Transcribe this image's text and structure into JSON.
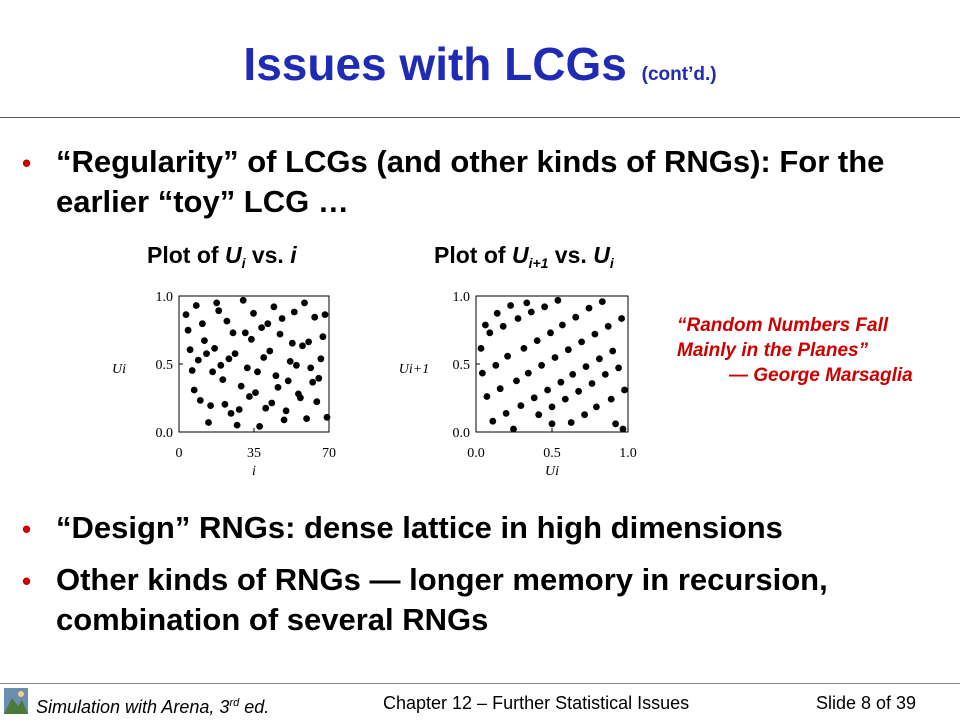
{
  "slide": {
    "title_main": "Issues with LCGs",
    "title_sub": "(cont’d.)"
  },
  "bullets": [
    {
      "icon": "bullet-dot",
      "text": "“Regularity” of LCGs (and other kinds of RNGs): For the earlier “toy” LCG …"
    },
    {
      "icon": "bullet-dot",
      "text": "“Design” RNGs: dense lattice in high dimensions"
    },
    {
      "icon": "bullet-dot",
      "text": "Other kinds of RNGs — longer memory in recursion, combination of several RNGs"
    }
  ],
  "plot_titles": {
    "left": {
      "prefix": "Plot of ",
      "u": "U",
      "sub": "i",
      "mid": " vs. ",
      "var": "i"
    },
    "right": {
      "prefix": "Plot of ",
      "u": "U",
      "sub": "i+1",
      "mid": " vs. ",
      "var": "U",
      "var_sub": "i"
    }
  },
  "quote": {
    "text": "“Random Numbers Fall Mainly in the Planes”",
    "attribution": "— George Marsaglia",
    "color": "#cc0000"
  },
  "chart_data": [
    {
      "type": "scatter",
      "title": "",
      "xlabel": "i",
      "ylabel": "Ui",
      "xlim": [
        0,
        70
      ],
      "ylim": [
        0,
        1
      ],
      "xticks": [
        "0",
        "35",
        "70"
      ],
      "yticks": [
        "0.0",
        "0.5",
        "1.0"
      ],
      "grid": false,
      "points": [
        [
          2,
          0.76
        ],
        [
          4,
          0.45
        ],
        [
          6,
          0.95
        ],
        [
          8,
          0.22
        ],
        [
          10,
          0.68
        ],
        [
          12,
          0.05
        ],
        [
          13,
          0.18
        ],
        [
          15,
          0.62
        ],
        [
          17,
          0.91
        ],
        [
          19,
          0.38
        ],
        [
          21,
          0.83
        ],
        [
          23,
          0.12
        ],
        [
          25,
          0.58
        ],
        [
          26,
          0.03
        ],
        [
          28,
          0.33
        ],
        [
          30,
          0.74
        ],
        [
          32,
          0.25
        ],
        [
          34,
          0.89
        ],
        [
          36,
          0.44
        ],
        [
          38,
          0.78
        ],
        [
          40,
          0.16
        ],
        [
          42,
          0.6
        ],
        [
          44,
          0.94
        ],
        [
          46,
          0.32
        ],
        [
          48,
          0.85
        ],
        [
          50,
          0.14
        ],
        [
          52,
          0.52
        ],
        [
          54,
          0.9
        ],
        [
          56,
          0.27
        ],
        [
          58,
          0.64
        ],
        [
          60,
          0.08
        ],
        [
          62,
          0.47
        ],
        [
          64,
          0.86
        ],
        [
          66,
          0.39
        ],
        [
          68,
          0.71
        ],
        [
          70,
          0.09
        ],
        [
          1,
          0.88
        ],
        [
          3,
          0.61
        ],
        [
          5,
          0.3
        ],
        [
          7,
          0.53
        ],
        [
          9,
          0.81
        ],
        [
          11,
          0.58
        ],
        [
          14,
          0.44
        ],
        [
          16,
          0.97
        ],
        [
          18,
          0.49
        ],
        [
          20,
          0.19
        ],
        [
          22,
          0.54
        ],
        [
          24,
          0.74
        ],
        [
          27,
          0.15
        ],
        [
          29,
          0.99
        ],
        [
          31,
          0.47
        ],
        [
          33,
          0.69
        ],
        [
          35,
          0.28
        ],
        [
          37,
          0.02
        ],
        [
          39,
          0.55
        ],
        [
          41,
          0.81
        ],
        [
          43,
          0.2
        ],
        [
          45,
          0.41
        ],
        [
          47,
          0.73
        ],
        [
          49,
          0.07
        ],
        [
          51,
          0.37
        ],
        [
          53,
          0.66
        ],
        [
          55,
          0.49
        ],
        [
          57,
          0.24
        ],
        [
          59,
          0.97
        ],
        [
          61,
          0.67
        ],
        [
          63,
          0.36
        ],
        [
          65,
          0.21
        ],
        [
          67,
          0.54
        ],
        [
          69,
          0.88
        ]
      ]
    },
    {
      "type": "scatter",
      "title": "",
      "xlabel": "Ui",
      "ylabel": "Ui+1",
      "xlim": [
        0,
        1
      ],
      "ylim": [
        0,
        1
      ],
      "xticks": [
        "0.0",
        "0.5",
        "1.0"
      ],
      "yticks": [
        "0.0",
        "0.5",
        "1.0"
      ],
      "grid": false,
      "points": [
        [
          0.02,
          0.62
        ],
        [
          0.03,
          0.43
        ],
        [
          0.05,
          0.8
        ],
        [
          0.06,
          0.25
        ],
        [
          0.08,
          0.74
        ],
        [
          0.1,
          0.06
        ],
        [
          0.12,
          0.49
        ],
        [
          0.13,
          0.89
        ],
        [
          0.15,
          0.31
        ],
        [
          0.17,
          0.79
        ],
        [
          0.19,
          0.12
        ],
        [
          0.2,
          0.56
        ],
        [
          0.22,
          0.95
        ],
        [
          0.24,
          0.0
        ],
        [
          0.26,
          0.37
        ],
        [
          0.27,
          0.85
        ],
        [
          0.29,
          0.18
        ],
        [
          0.31,
          0.62
        ],
        [
          0.33,
          0.97
        ],
        [
          0.34,
          0.43
        ],
        [
          0.36,
          0.9
        ],
        [
          0.38,
          0.24
        ],
        [
          0.4,
          0.68
        ],
        [
          0.41,
          0.11
        ],
        [
          0.43,
          0.49
        ],
        [
          0.45,
          0.94
        ],
        [
          0.47,
          0.3
        ],
        [
          0.49,
          0.74
        ],
        [
          0.5,
          0.17
        ],
        [
          0.52,
          0.55
        ],
        [
          0.54,
          0.99
        ],
        [
          0.56,
          0.36
        ],
        [
          0.57,
          0.8
        ],
        [
          0.59,
          0.23
        ],
        [
          0.61,
          0.61
        ],
        [
          0.63,
          0.05
        ],
        [
          0.64,
          0.42
        ],
        [
          0.66,
          0.86
        ],
        [
          0.68,
          0.29
        ],
        [
          0.7,
          0.67
        ],
        [
          0.72,
          0.11
        ],
        [
          0.73,
          0.48
        ],
        [
          0.75,
          0.93
        ],
        [
          0.77,
          0.35
        ],
        [
          0.79,
          0.73
        ],
        [
          0.8,
          0.17
        ],
        [
          0.82,
          0.54
        ],
        [
          0.84,
          0.98
        ],
        [
          0.86,
          0.42
        ],
        [
          0.88,
          0.79
        ],
        [
          0.9,
          0.23
        ],
        [
          0.91,
          0.6
        ],
        [
          0.93,
          0.04
        ],
        [
          0.95,
          0.47
        ],
        [
          0.97,
          0.85
        ],
        [
          0.99,
          0.3
        ],
        [
          0.98,
          0.0
        ],
        [
          0.5,
          0.04
        ]
      ]
    }
  ],
  "footer": {
    "book": "Simulation with Arena, 3",
    "book_sup": "rd",
    "book_end": " ed.",
    "chapter": "Chapter 12 – Further Statistical Issues",
    "slide": "Slide 8 of 39"
  }
}
